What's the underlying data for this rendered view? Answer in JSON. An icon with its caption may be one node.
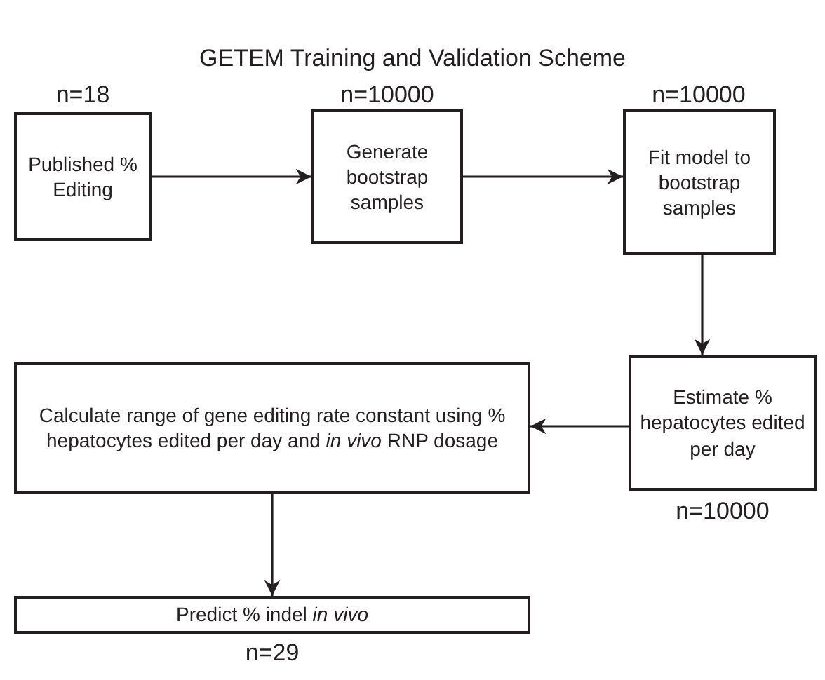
{
  "diagram": {
    "title": "GETEM Training and Validation Scheme",
    "nodes": [
      {
        "text": [
          "Published % Editing"
        ],
        "beside": [
          "n=18"
        ]
      },
      {
        "text": [
          "Generate bootstrap samples"
        ],
        "beside": [
          "n=10000"
        ]
      },
      {
        "text": [
          "Fit model to bootstrap samples"
        ],
        "beside": [
          "n=10000"
        ]
      },
      {
        "text": [
          "Estimate % hepatocytes edited per day"
        ],
        "beside": [
          "n=10000"
        ]
      },
      {
        "text": [
          "Calculate range of gene editing rate constant using % hepatocytes edited per day and *in vivo* RNP dosage"
        ]
      },
      {
        "text": [
          "Predict % indel *in vivo*"
        ],
        "beside": [
          "n=29"
        ]
      }
    ],
    "edges": [
      {
        "from": 0,
        "to": 1,
        "arrow": "to"
      },
      {
        "from": 1,
        "to": 2,
        "arrow": "to"
      },
      {
        "from": 2,
        "to": 3,
        "arrow": "to"
      },
      {
        "from": 3,
        "to": 4,
        "arrow": "to"
      },
      {
        "from": 4,
        "to": 5,
        "arrow": "to"
      }
    ]
  }
}
